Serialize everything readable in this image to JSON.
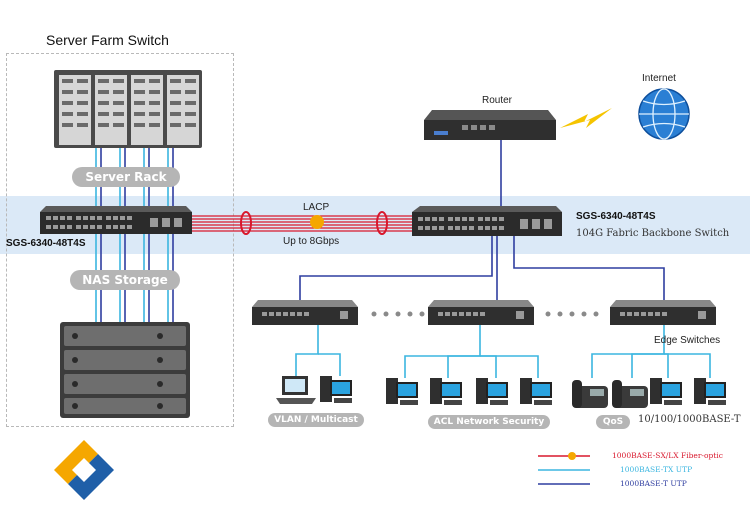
{
  "diagram": {
    "title": "Server Farm Switch",
    "server_rack_label": "Server Rack",
    "nas_storage_label": "NAS Storage",
    "left_switch_label": "SGS-6340-48T4S",
    "right_switch_label": "SGS-6340-48T4S",
    "right_switch_desc": "104G Fabric Backbone Switch",
    "lacp_label": "LACP",
    "lacp_speed": "Up to 8Gbps",
    "internet_label": "Internet",
    "router_label": "Router",
    "edge_switches_label": "Edge Switches",
    "group_labels": [
      "VLAN / Multicast",
      "ACL Network Security",
      "QoS"
    ],
    "speed_label": "10/100/1000BASE-T",
    "legend": [
      {
        "text": "1000BASE-SX/LX Fiber-optic",
        "color": "#d9182d"
      },
      {
        "text": "1000BASE-TX UTP",
        "color": "#3bb6e0"
      },
      {
        "text": "1000BASE-T UTP",
        "color": "#2f3ea0"
      }
    ],
    "colors": {
      "band": "#dbe9f7",
      "fiber": "#d9182d",
      "utp_tx": "#3bb6e0",
      "utp_t": "#2f3ea0",
      "logo_orange": "#f5a700",
      "logo_blue": "#1f5fa8"
    }
  }
}
